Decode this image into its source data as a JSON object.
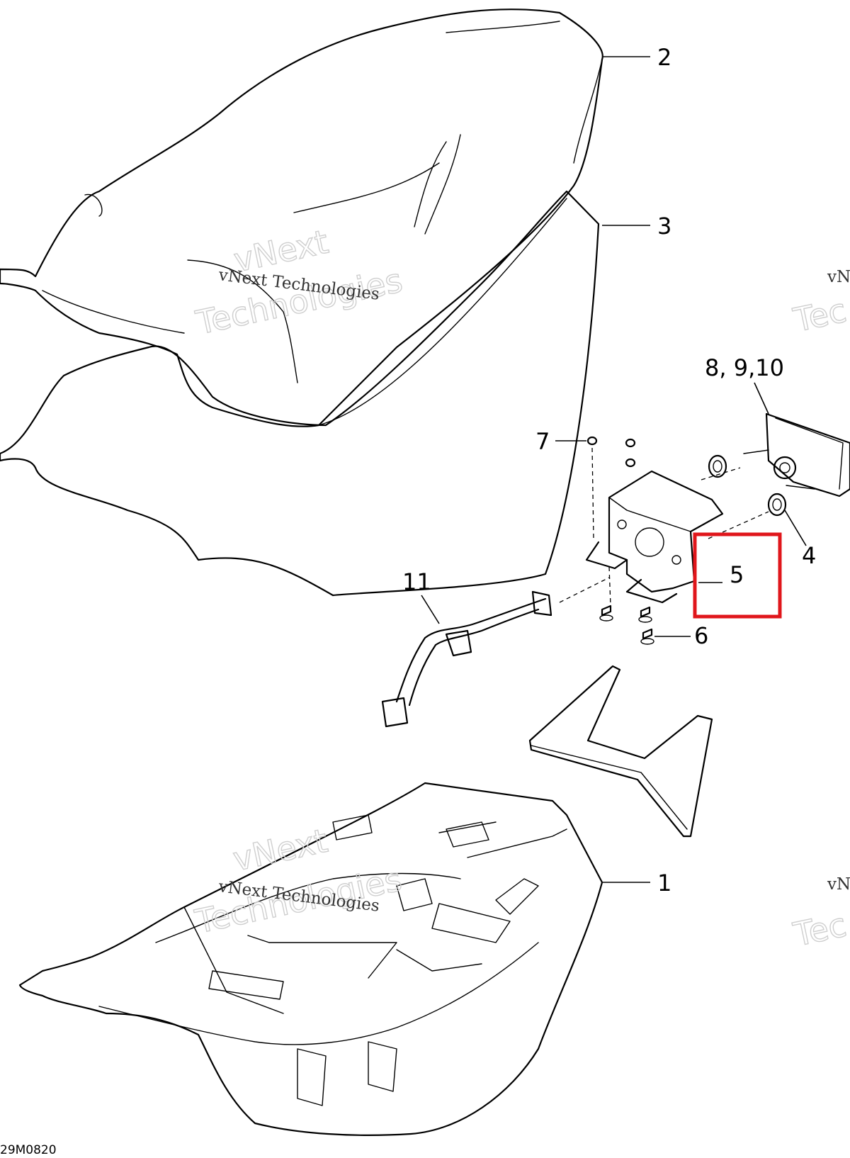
{
  "diagram": {
    "document_code": "29M0820",
    "watermark": {
      "line1": "vNext",
      "line2": "Technologies",
      "small": "vNext Technologies",
      "edge_small": "vN",
      "edge_big": "Tec"
    },
    "callouts": [
      {
        "id": "2",
        "label": "2"
      },
      {
        "id": "3",
        "label": "3"
      },
      {
        "id": "8-9-10",
        "label": "8, 9,10"
      },
      {
        "id": "7",
        "label": "7"
      },
      {
        "id": "4",
        "label": "4"
      },
      {
        "id": "5",
        "label": "5"
      },
      {
        "id": "11",
        "label": "11"
      },
      {
        "id": "6",
        "label": "6"
      },
      {
        "id": "1",
        "label": "1"
      }
    ],
    "highlight_color": "#e0161b"
  }
}
